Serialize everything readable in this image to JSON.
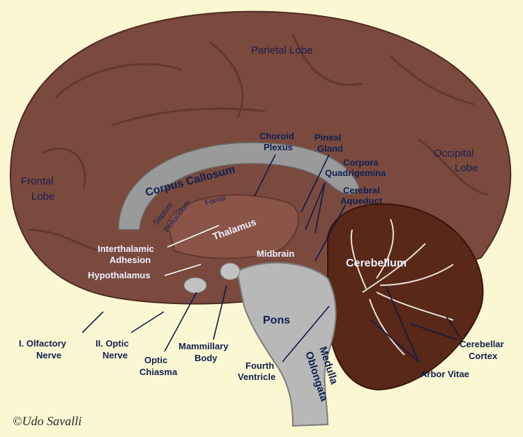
{
  "labels": {
    "parietal": "Parietal Lobe",
    "frontal_1": "Frontal",
    "frontal_2": "Lobe",
    "occipital_1": "Occipital",
    "occipital_2": "Lobe",
    "corpus_callosum": "Corpus Callosum",
    "septum_1": "Septum",
    "septum_2": "Pellucidum",
    "fornix": "Fornix",
    "thalamus": "Thalamus",
    "choroid_1": "Choroid",
    "choroid_2": "Plexus",
    "pineal_1": "Pineal",
    "pineal_2": "Gland",
    "corpora_1": "Corpora",
    "corpora_2": "Quadrigemina",
    "aqueduct_1": "Cerebral",
    "aqueduct_2": "Aqueduct",
    "interthalamic_1": "Interthalamic",
    "interthalamic_2": "Adhesion",
    "hypothalamus": "Hypothalamus",
    "midbrain": "Midbrain",
    "cerebellum": "Cerebellum",
    "pons": "Pons",
    "olfactory_1": "I. Olfactory",
    "olfactory_2": "Nerve",
    "optic_nerve_1": "II. Optic",
    "optic_nerve_2": "Nerve",
    "chiasma_1": "Optic",
    "chiasma_2": "Chiasma",
    "mammillary_1": "Mammillary",
    "mammillary_2": "Body",
    "fourth_1": "Fourth",
    "fourth_2": "Ventricle",
    "medulla_1": "Medulla",
    "medulla_2": "Oblongata",
    "arbor": "Arbor Vitae",
    "cortex_1": "Cerebellar",
    "cortex_2": "Cortex"
  },
  "credit": "©Udo Savalli",
  "colors": {
    "background": "#fbf7d3",
    "cerebrum": "#7a4a3f",
    "cerebellum": "#5a2818",
    "brainstem": "#b8b8b8",
    "label": "#102050"
  }
}
